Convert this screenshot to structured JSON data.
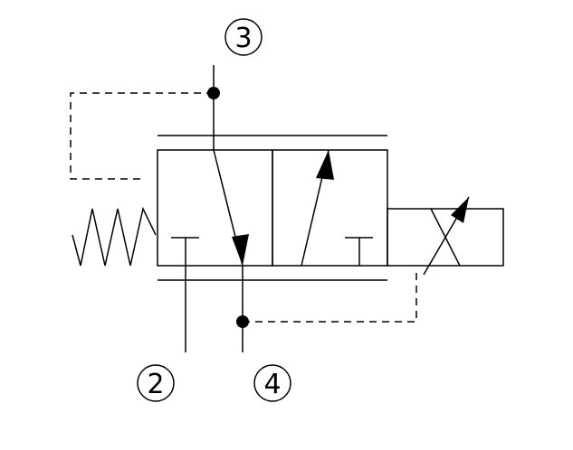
{
  "ports": [
    {
      "id": "port-3",
      "label": "3"
    },
    {
      "id": "port-2",
      "label": "2"
    },
    {
      "id": "port-4",
      "label": "4"
    }
  ],
  "colors": {
    "line": "#000000",
    "background": "#ffffff"
  }
}
